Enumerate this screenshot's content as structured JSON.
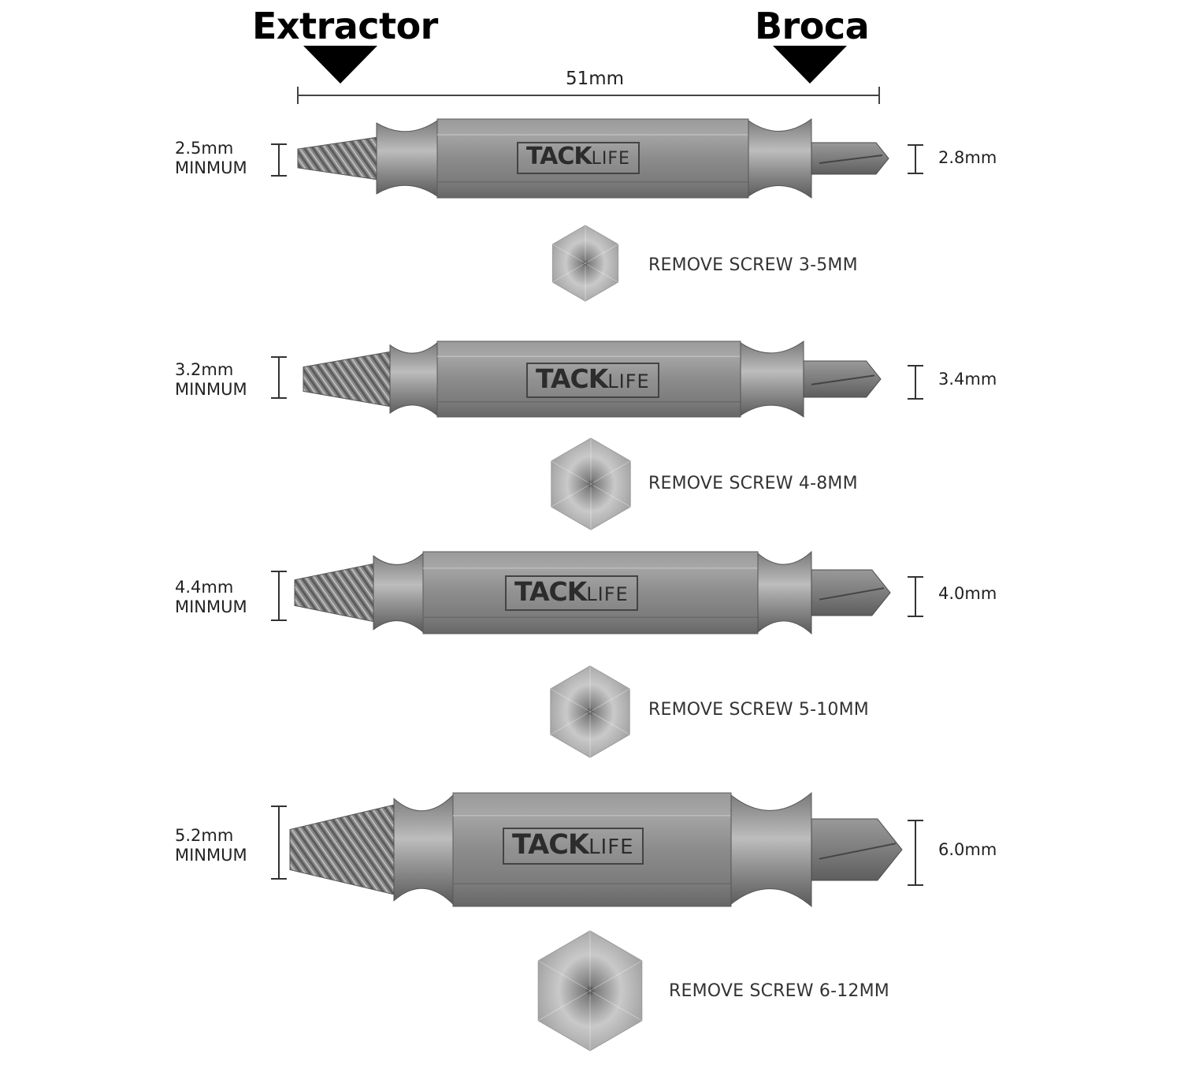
{
  "headings": {
    "extractor": "Extractor",
    "drill": "Broca"
  },
  "overall_length": "51mm",
  "brand": {
    "bold": "TACK",
    "light": "LIFE"
  },
  "bits": [
    {
      "left_size": "2.5mm",
      "left_note": "MINMUM",
      "right_size": "2.8mm",
      "remove_label": "REMOVE SCREW 3-5MM"
    },
    {
      "left_size": "3.2mm",
      "left_note": "MINMUM",
      "right_size": "3.4mm",
      "remove_label": "REMOVE SCREW 4-8MM"
    },
    {
      "left_size": "4.4mm",
      "left_note": "MINMUM",
      "right_size": "4.0mm",
      "remove_label": "REMOVE SCREW 5-10MM"
    },
    {
      "left_size": "5.2mm",
      "left_note": "MINMUM",
      "right_size": "6.0mm",
      "remove_label": "REMOVE SCREW 6-12MM"
    }
  ],
  "colors": {
    "steel": "#8e8e8e",
    "steel_dark": "#5f5f5f",
    "steel_light": "#b8b8b8",
    "ink": "#000000"
  }
}
